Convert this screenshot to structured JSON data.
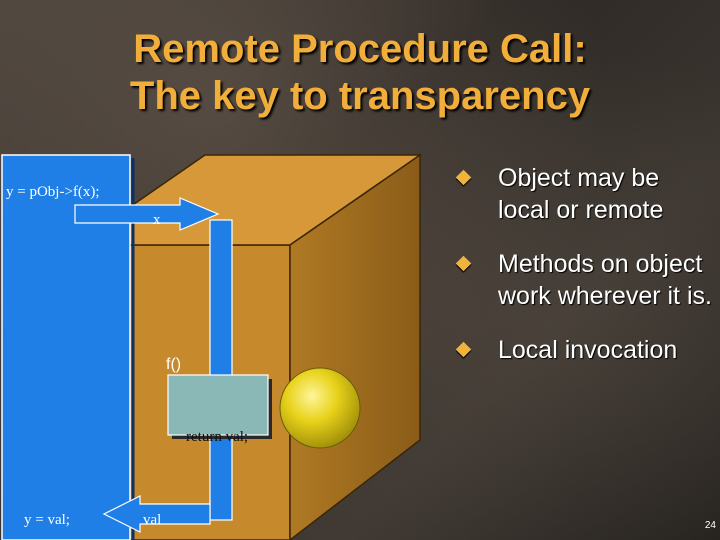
{
  "slide": {
    "title_line1": "Remote Procedure Call:",
    "title_line2": "The key to transparency",
    "number": "24"
  },
  "diagram": {
    "call_statement": "y =  pObj->f(x);",
    "arg_label": "x",
    "function_label": "f()",
    "return_statement": "return val;",
    "result_statement": "y = val;",
    "result_label": "val"
  },
  "bullets": [
    {
      "text": "Object may be local or remote"
    },
    {
      "text": "Methods on object work wherever it is."
    },
    {
      "text": "Local invocation"
    }
  ],
  "colors": {
    "title": "#f2ae3a",
    "box_front": "#c68a2c",
    "box_side": "#9b6a1e",
    "caller_blue": "#1f7fe6",
    "callee_teal": "#8ab8b6",
    "object_yellow": "#e8d21a"
  }
}
